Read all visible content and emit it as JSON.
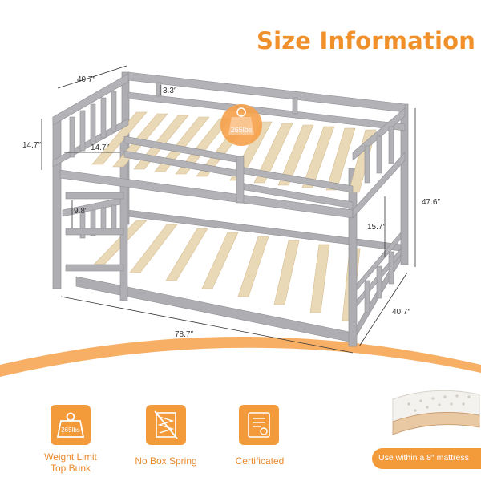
{
  "title": "Size Information",
  "dimensions": {
    "top_width": "40.7″",
    "rail_gap": "3.3″",
    "guard_height": "14.7″",
    "guard_width": "14.7″",
    "total_height": "47.6″",
    "step_gap": "9.8″",
    "bottom_clearance": "15.7″",
    "length": "78.7″",
    "bottom_width": "40.7″"
  },
  "weight_badge": "265lbs",
  "features": [
    {
      "line1": "Weight Limit",
      "line2": "Top Bunk",
      "icon": "weight-icon",
      "badge": "265lbs"
    },
    {
      "line1": "No Box Spring",
      "line2": "",
      "icon": "no-box-spring-icon"
    },
    {
      "line1": "Certificated",
      "line2": "",
      "icon": "certificate-icon"
    }
  ],
  "mattress_note": "Use  within a 8″ mattress",
  "colors": {
    "accent": "#f0902a",
    "frame": "#a9a9ad",
    "slat": "#e3cfa8",
    "swoosh": "#f6a04a"
  }
}
